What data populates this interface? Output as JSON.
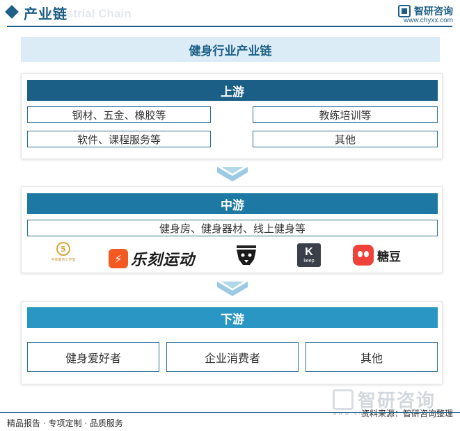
{
  "header": {
    "title": "产业链",
    "subtitle_en": "Industrial Chain",
    "brand_name": "智研咨询",
    "brand_url": "www.chyxx.com"
  },
  "main_title": "健身行业产业链",
  "upstream": {
    "title": "上游",
    "items": [
      "钢材、五金、橡胶等",
      "教练培训等",
      "软件、课程服务等",
      "其他"
    ]
  },
  "midstream": {
    "title": "中游",
    "item": "健身房、健身器材、线上健身等",
    "logos": [
      {
        "icon": "fitness-studio-logo",
        "glyph": "5",
        "text": "中体健身工作室"
      },
      {
        "icon": "ledong-logo",
        "glyph": "⚡",
        "text": "乐刻运动"
      },
      {
        "icon": "animal-logo",
        "glyph": "",
        "text": ""
      },
      {
        "icon": "keep-logo",
        "glyph": "K",
        "text": "keep"
      },
      {
        "icon": "tangdou-logo",
        "glyph": "",
        "text": "糖豆"
      }
    ]
  },
  "downstream": {
    "title": "下游",
    "items": [
      "健身爱好者",
      "企业消费者",
      "其他"
    ]
  },
  "footer": {
    "left": "精品报告 · 专项定制 · 品质服务",
    "source": "资料来源：智研咨询整理",
    "watermark": "智研咨询",
    "watermark_url": "www.chyxx.com"
  },
  "colors": {
    "primary": "#1d5f86",
    "upstream_bar": "#1b5e86",
    "midstream_bar": "#1d79a3",
    "downstream_bar": "#2a96c4",
    "title_bg": "#dbecf7"
  }
}
